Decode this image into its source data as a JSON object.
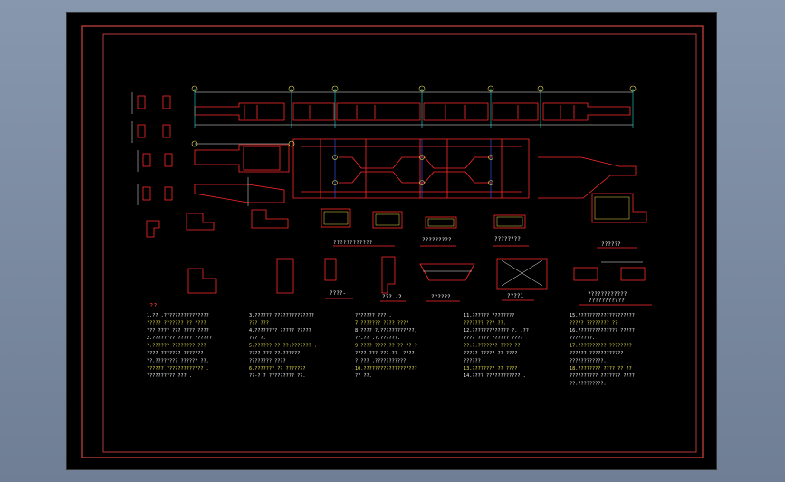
{
  "colors": {
    "desktop": "#7d8ba1",
    "canvas": "#000000",
    "frame": "#b43a3a",
    "drawing_red": "#ff2a2a",
    "drawing_white": "#f3f3f3",
    "drawing_yellow": "#e8e04a",
    "drawing_cyan": "#26d6d6",
    "drawing_blue": "#3a5cff"
  },
  "captions": {
    "c1": "????????????",
    "c2": "?????????",
    "c3": "????????",
    "c4": "??????",
    "c5": "????-",
    "c6": "??? -2",
    "c7": "??????",
    "c8": "????1",
    "c9": "????????????",
    "c10": "???????????"
  },
  "notes": {
    "heading": "??",
    "col1": [
      "1.?? .????????????????",
      "  ????? ??????? ?? ????",
      "  ??? ???? ??? ???? ????",
      "2.???????? ????? ?????? ",
      "  ?.?????? ???????? ???",
      "  ???? ??????? ???????",
      "  ??.???????? ?????? ??.",
      "  ??????  ????????????? .",
      "  ?????????? ???  ."
    ],
    "col2": [
      "3.?????? ??????????????",
      "  ??? ???",
      "4.???????? ????? ?????",
      "  ??? ?.",
      "5.?????? ?? ??:???????  .",
      "  ???? ??? ??-?????? ",
      "  ???????? ????",
      "6.??????? ?? ???????",
      "  ??-? ? ????????? ??."
    ],
    "col3": [
      "  ??????? ??? .",
      "7.??????? ???? ????",
      "8.???? ?.????????????,",
      "  ??.?? .?.??????.",
      "9.???? ???? ?? ?? ?? ?",
      "  ???? ??? ??? ?? .????",
      "  ?.??? .???????????",
      "10.???????????????????",
      "  ?? ??."
    ],
    "col4": [
      "11.?????? ????????",
      "  ??????? ??? ??.",
      "12.????????????? ?. .??",
      "  ???? ???? ?????? ????",
      "  ??.?.??????? ???? ??",
      "  ????? ????? ?? ????",
      "  ??????",
      "13.???????? ??  ????",
      "14.???? ???????????? ."
    ],
    "col5": [
      "15.????????????????????",
      "  ????? ????????  ??",
      "16.?????????????? ?????",
      "  ????????.",
      "17.??????????  ????????",
      "  ??????  ????????????.",
      "  ????????????.",
      "18.???????? ???? ?? ??",
      "  ?????????? ??????? ????",
      "  ??.?????????."
    ]
  }
}
